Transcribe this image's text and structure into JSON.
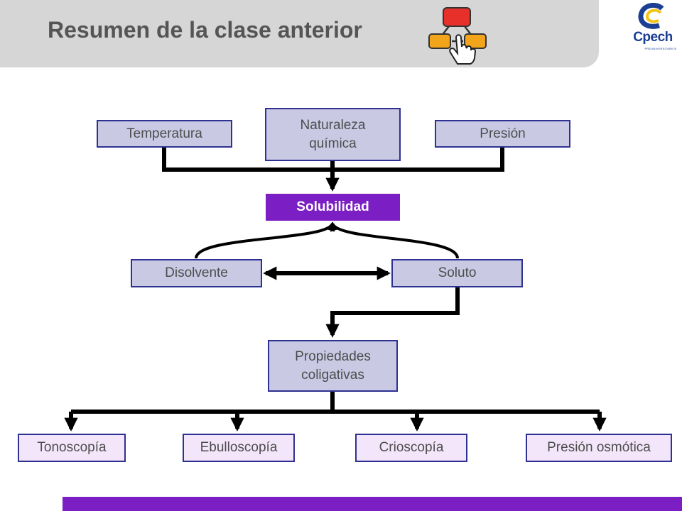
{
  "header": {
    "title": "Resumen de la clase anterior",
    "icon": "flowchart-click-icon",
    "logo": {
      "text": "Cpech",
      "subtext": "PREUNIVERSITARIOS"
    }
  },
  "colors": {
    "accent": "#7b1fc4",
    "node_fill": "#c9c9e4",
    "leaf_fill": "#f4e6fa",
    "border": "#2e3192",
    "header_bg": "#d6d6d6"
  },
  "diagram": {
    "factors": [
      "Temperatura",
      "Naturaleza\nquímica",
      "Presión"
    ],
    "central": "Solubilidad",
    "components": [
      "Disolvente",
      "Soluto"
    ],
    "properties": "Propiedades\ncoligativas",
    "leaves": [
      "Tonoscopía",
      "Ebulloscopía",
      "Crioscopía",
      "Presión osmótica"
    ]
  }
}
